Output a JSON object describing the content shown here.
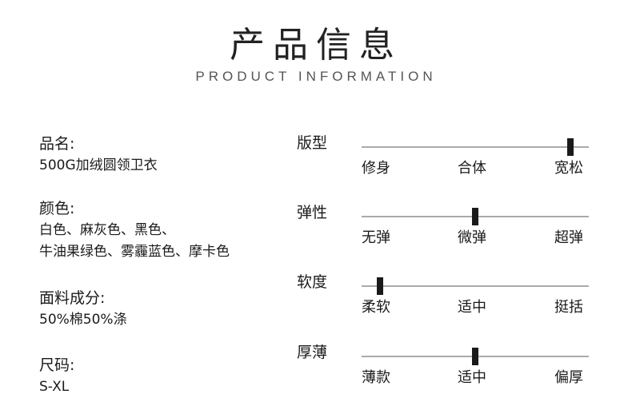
{
  "header": {
    "title": "产品信息",
    "subtitle": "PRODUCT INFORMATION"
  },
  "specs": [
    {
      "label": "品名:",
      "lines": [
        "500G加绒圆领卫衣"
      ]
    },
    {
      "label": "颜色:",
      "lines": [
        "白色、麻灰色、黑色、",
        "牛油果绿色、雾霾蓝色、摩卡色"
      ]
    },
    {
      "label": "面料成分:",
      "lines": [
        "50%棉50%涤"
      ]
    },
    {
      "label": "尺码:",
      "lines": [
        "S-XL"
      ]
    }
  ],
  "attributes": [
    {
      "name": "版型",
      "options": [
        "修身",
        "合体",
        "宽松"
      ],
      "level": 0.92
    },
    {
      "name": "弹性",
      "options": [
        "无弹",
        "微弹",
        "超弹"
      ],
      "level": 0.5
    },
    {
      "name": "软度",
      "options": [
        "柔软",
        "适中",
        "挺括"
      ],
      "level": 0.08
    },
    {
      "name": "厚薄",
      "options": [
        "薄款",
        "适中",
        "偏厚"
      ],
      "level": 0.5
    }
  ]
}
